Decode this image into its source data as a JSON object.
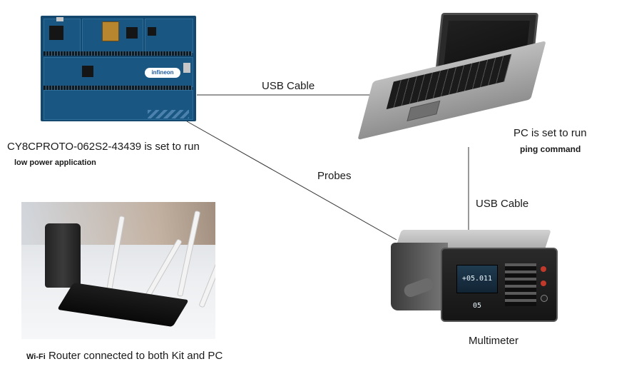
{
  "labels": {
    "kit_line1": "CY8CPROTO-062S2-43439 is set to run",
    "kit_line2": "low power application",
    "pc_line1": "PC is set to run",
    "pc_line2": "ping command",
    "usb_cable_1": "USB Cable",
    "usb_cable_2": "USB Cable",
    "probes": "Probes",
    "multimeter": "Multimeter",
    "router_prefix": "Wi-Fi",
    "router_rest": " Router connected to both Kit  and PC"
  },
  "board": {
    "logo_text": "infineon"
  },
  "meter": {
    "display_value": "+05.011 05"
  },
  "icons": {
    "board": "dev-kit-board-image",
    "laptop": "laptop-image",
    "router": "wifi-router-image",
    "multimeter": "multimeter-image"
  },
  "colors": {
    "wire": "#333333",
    "board": "#14486e"
  }
}
